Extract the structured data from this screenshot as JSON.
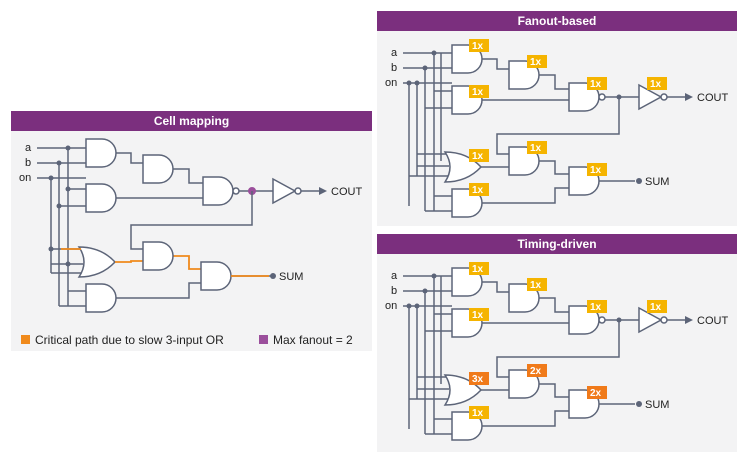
{
  "panels": {
    "cell_mapping": {
      "title": "Cell mapping"
    },
    "fanout": {
      "title": "Fanout-based"
    },
    "timing": {
      "title": "Timing-driven"
    }
  },
  "signals": {
    "a": "a",
    "b": "b",
    "on": "on",
    "cout": "COUT",
    "sum": "SUM"
  },
  "legend": {
    "critical": "Critical path due to slow 3-input OR",
    "fanout": "Max fanout = 2",
    "critical_color": "#f08a1c",
    "fanout_color": "#9b4f9c"
  },
  "fanout_badges": [
    "1x",
    "1x",
    "1x",
    "1x",
    "1x",
    "1x",
    "1x",
    "1x"
  ],
  "timing_badges": [
    "1x",
    "1x",
    "1x",
    "1x",
    "1x",
    "3x",
    "2x",
    "2x",
    "1x"
  ],
  "colors": {
    "header": "#7b2f7e",
    "badge_default": "#f5b400",
    "badge_upsized": "#f07a1a"
  }
}
